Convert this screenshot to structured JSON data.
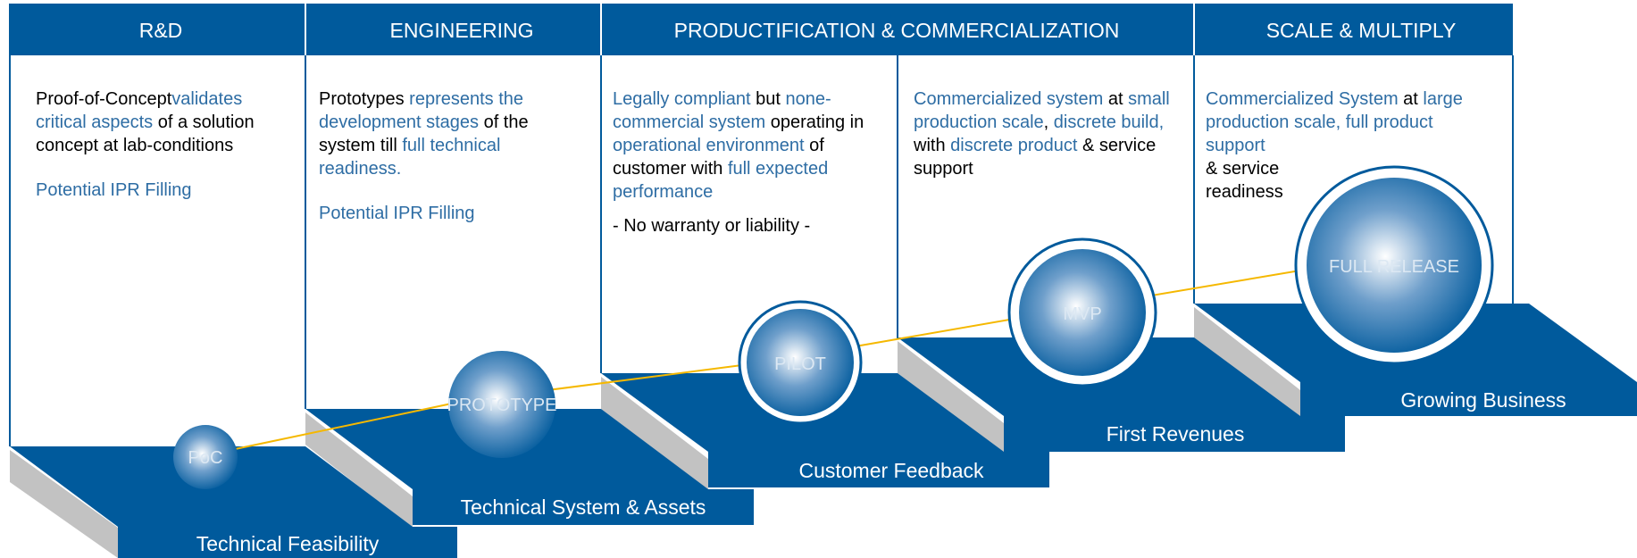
{
  "colors": {
    "primary": "#005a9c",
    "header_bg": "#005a9c",
    "accent_text": "#2e6da4",
    "connector_line": "#f5b800",
    "step_side": "#c2c2c2"
  },
  "phases": [
    {
      "title": "R&D"
    },
    {
      "title": "ENGINEERING"
    },
    {
      "title": "PRODUCTIFICATION & COMMERCIALIZATION"
    },
    {
      "title": "SCALE & MULTIPLY"
    }
  ],
  "descriptions": {
    "rnd": {
      "t1": "Proof-of-Concept",
      "t2": "validates critical aspects",
      "t3": " of a solution concept at lab-conditions",
      "ipr": "Potential IPR Filling"
    },
    "eng": {
      "t1": "Prototypes ",
      "t2": "represents the development stages",
      "t3": " of the system till ",
      "t4": "full technical readiness.",
      "ipr": "Potential IPR Filling"
    },
    "pilot": {
      "t1": "Legally compliant",
      "t2": " but ",
      "t3": "none-commercial system",
      "t4": " operating in ",
      "t5": "operational environment",
      "t6": " of customer with ",
      "t7": "full expected performance",
      "note": "- No warranty or liability   -"
    },
    "mvp": {
      "t1": "Commercialized system",
      "t2": " at ",
      "t3": "small production scale",
      "t4": ", ",
      "t5": "discrete build,",
      "t6": " with ",
      "t7": "discrete product",
      "t8": " & service support"
    },
    "release": {
      "t1": "Commercialized System",
      "t2": " at ",
      "t3": "large production scale, full product support",
      "t4": "& service readiness"
    }
  },
  "milestones": [
    {
      "label": "PoC"
    },
    {
      "label": "PROTOTYPE"
    },
    {
      "label": "PILOT"
    },
    {
      "label": "MVP"
    },
    {
      "label": "FULL RELEASE"
    }
  ],
  "steps": [
    {
      "label": "Technical Feasibility"
    },
    {
      "label": "Technical System & Assets"
    },
    {
      "label": "Customer Feedback"
    },
    {
      "label": "First Revenues"
    },
    {
      "label": "Growing Business"
    }
  ]
}
